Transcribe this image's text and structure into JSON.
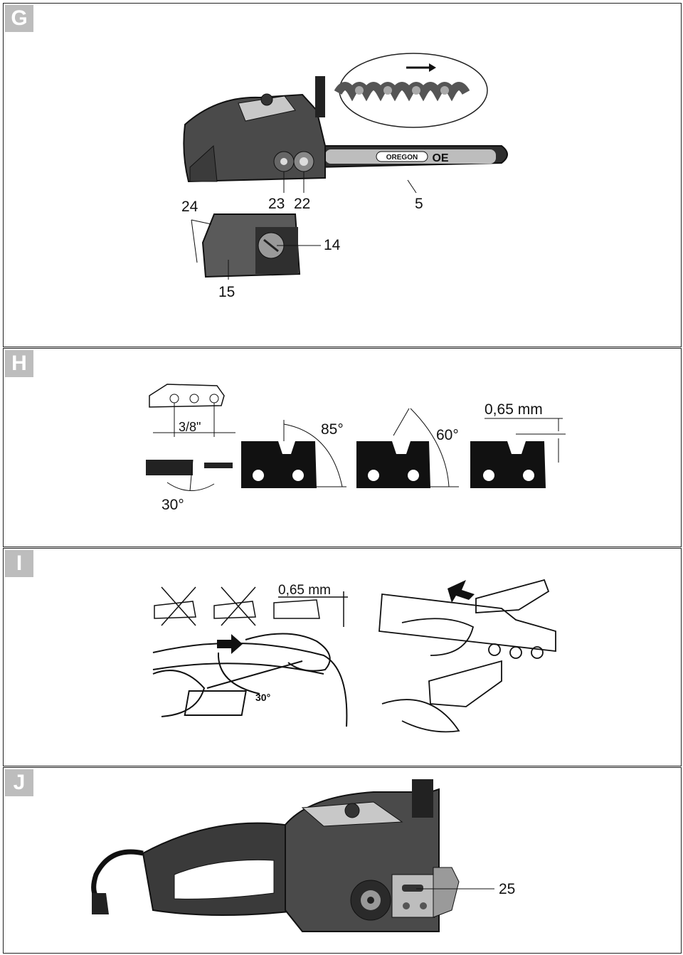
{
  "panels": [
    {
      "letter": "G"
    },
    {
      "letter": "H"
    },
    {
      "letter": "I"
    },
    {
      "letter": "J"
    }
  ],
  "panel_g": {
    "brand_text": "OREGON",
    "brand_mark": "OE",
    "callouts": [
      "24",
      "23",
      "22",
      "5",
      "14",
      "15"
    ]
  },
  "panel_h": {
    "pitch": "3/8\"",
    "angle_file": "30°",
    "angle_top": "85°",
    "angle_side": "60°",
    "depth_gauge": "0,65 mm"
  },
  "panel_i": {
    "depth_gauge": "0,65 mm",
    "angle": "30°"
  },
  "panel_j": {
    "callouts": [
      "25"
    ]
  }
}
